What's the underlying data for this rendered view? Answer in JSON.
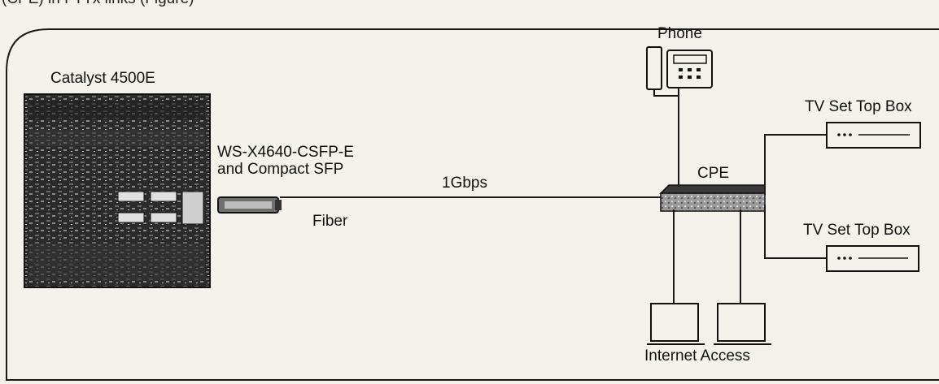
{
  "header": {
    "caption_fragment": "(CPE) in FTTx links (Figure)"
  },
  "devices": {
    "switch_label": "Catalyst 4500E",
    "module_label_line1": "WS-X4640-CSFP-E",
    "module_label_line2": "and Compact SFP",
    "phone_label": "Phone",
    "cpe_label": "CPE",
    "stb_top_label": "TV Set Top Box",
    "stb_bottom_label": "TV Set Top Box",
    "internet_label": "Internet Access"
  },
  "link": {
    "speed_label": "1Gbps",
    "medium_label": "Fiber"
  },
  "colors": {
    "line": "#1a1a1a",
    "background": "#f4f2ea",
    "switch_body": "#2a2a2a"
  }
}
